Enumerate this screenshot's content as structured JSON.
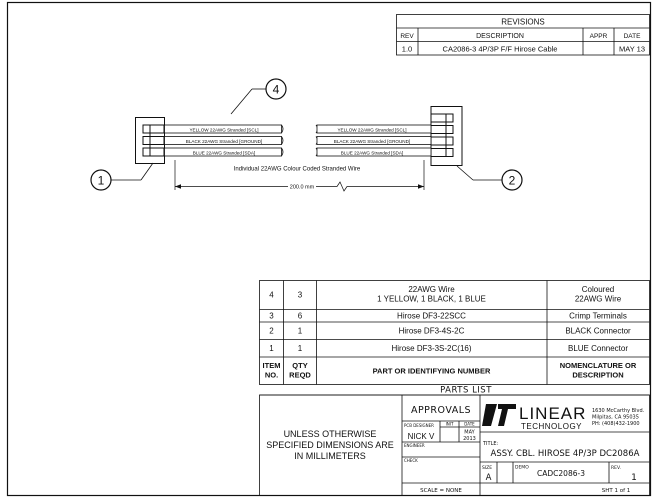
{
  "revisions": {
    "heading": "REVISIONS",
    "columns": {
      "rev": "REV",
      "description": "DESCRIPTION",
      "appr": "APPR",
      "date": "DATE"
    },
    "rows": [
      {
        "rev": "1.0",
        "description": "CA2086-3 4P/3P F/F Hirose Cable",
        "appr": "",
        "date": "MAY 13"
      }
    ]
  },
  "drawing": {
    "wires_left": [
      "YELLOW 22AWG Stranded [SCL]",
      "BLACK 22AWG Stranded [GROUND]",
      "BLUE 22AWG Stranded [SDA]"
    ],
    "wires_right": [
      "YELLOW 22AWG Stranded [SCL]",
      "BLACK 22AWG Stranded [GROUND]",
      "BLUE 22AWG Stranded [SDA]"
    ],
    "wire_note": "Individual 22AWG Colour Coded Stranded Wire",
    "dimension": "200.0 mm",
    "balloons": {
      "b1": "1",
      "b2": "2",
      "b4": "4"
    }
  },
  "parts_list": {
    "title": "PARTS LIST",
    "headers": {
      "item": [
        "ITEM",
        "NO."
      ],
      "qty": [
        "QTY",
        "REQD"
      ],
      "part": "PART OR IDENTIFYING NUMBER",
      "nomenclature": [
        "NOMENCLATURE OR",
        "DESCRIPTION"
      ]
    },
    "rows": [
      {
        "item": "4",
        "qty": "3",
        "part": [
          "22AWG Wire",
          "1 YELLOW, 1 BLACK, 1 BLUE"
        ],
        "desc": [
          "Coloured",
          "22AWG Wire"
        ]
      },
      {
        "item": "3",
        "qty": "6",
        "part": [
          "Hirose DF3-22SCC"
        ],
        "desc": [
          "Crimp Terminals"
        ]
      },
      {
        "item": "2",
        "qty": "1",
        "part": [
          "Hirose DF3-4S-2C"
        ],
        "desc": [
          "BLACK Connector"
        ]
      },
      {
        "item": "1",
        "qty": "1",
        "part": [
          "Hirose DF3-3S-2C(16)"
        ],
        "desc": [
          "BLUE Connector"
        ]
      }
    ]
  },
  "title_block": {
    "notice": [
      "UNLESS OTHERWISE",
      "SPECIFIED DIMENSIONS ARE",
      "IN MILLIMETERS"
    ],
    "approvals": "APPROVALS",
    "col_init": "INIT",
    "col_date": "DATE",
    "pcb_designer_label": "PCB DESIGNER",
    "pcb_designer_name": "NICK V",
    "pcb_designer_date": [
      "MAY",
      "2013"
    ],
    "engineer_label": "ENGINEER",
    "check_label": "CHECK",
    "scale": "SCALE = NONE",
    "company": {
      "line1": "LINEAR",
      "line2": "TECHNOLOGY",
      "address": [
        "1630 McCarthy Blvd.",
        "Milpitas, CA 95035",
        "PH: (408)432-1900"
      ]
    },
    "title_label": "TITLE:",
    "title": "ASSY. CBL. HIROSE 4P/3P DC2086A",
    "size_label": "SIZE",
    "size": "A",
    "demo_label": "DEMO",
    "drawing_no": "CADC2086-3",
    "rev_label": "REV.",
    "rev": "1",
    "sheet": "SHT 1 of 1"
  }
}
